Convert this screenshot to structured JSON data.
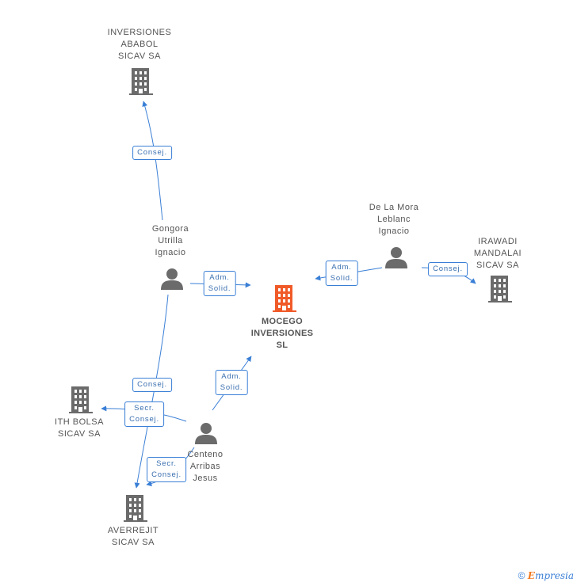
{
  "nodes": {
    "mocego": "MOCEGO\nINVERSIONES\nSL",
    "ababol": "INVERSIONES\nABABOL\nSICAV SA",
    "gongora": "Gongora\nUtrilla\nIgnacio",
    "delamora": "De La Mora\nLeblanc\nIgnacio",
    "irawadi": "IRAWADI\nMANDALAI\nSICAV SA",
    "ith": "ITH BOLSA\nSICAV SA",
    "centeno": "Centeno\nArribas\nJesus",
    "averrejit": "AVERREJIT\nSICAV SA"
  },
  "edge_labels": {
    "gongora_ababol": "Consej.",
    "gongora_mocego": "Adm.\nSolid.",
    "delamora_mocego": "Adm.\nSolid.",
    "delamora_irawadi": "Consej.",
    "centeno_mocego": "Adm.\nSolid.",
    "gongora_averrejit": "Consej.",
    "centeno_ith": "Secr.\nConsej.",
    "centeno_averrejit": "Secr.\nConsej."
  },
  "colors": {
    "edge": "#3a7fd6",
    "building": "#6b6b6b",
    "building_main": "#f05a28",
    "person": "#6b6b6b"
  },
  "footer": {
    "copyright": "©",
    "brand_e": "E",
    "brand_rest": "mpresia"
  }
}
